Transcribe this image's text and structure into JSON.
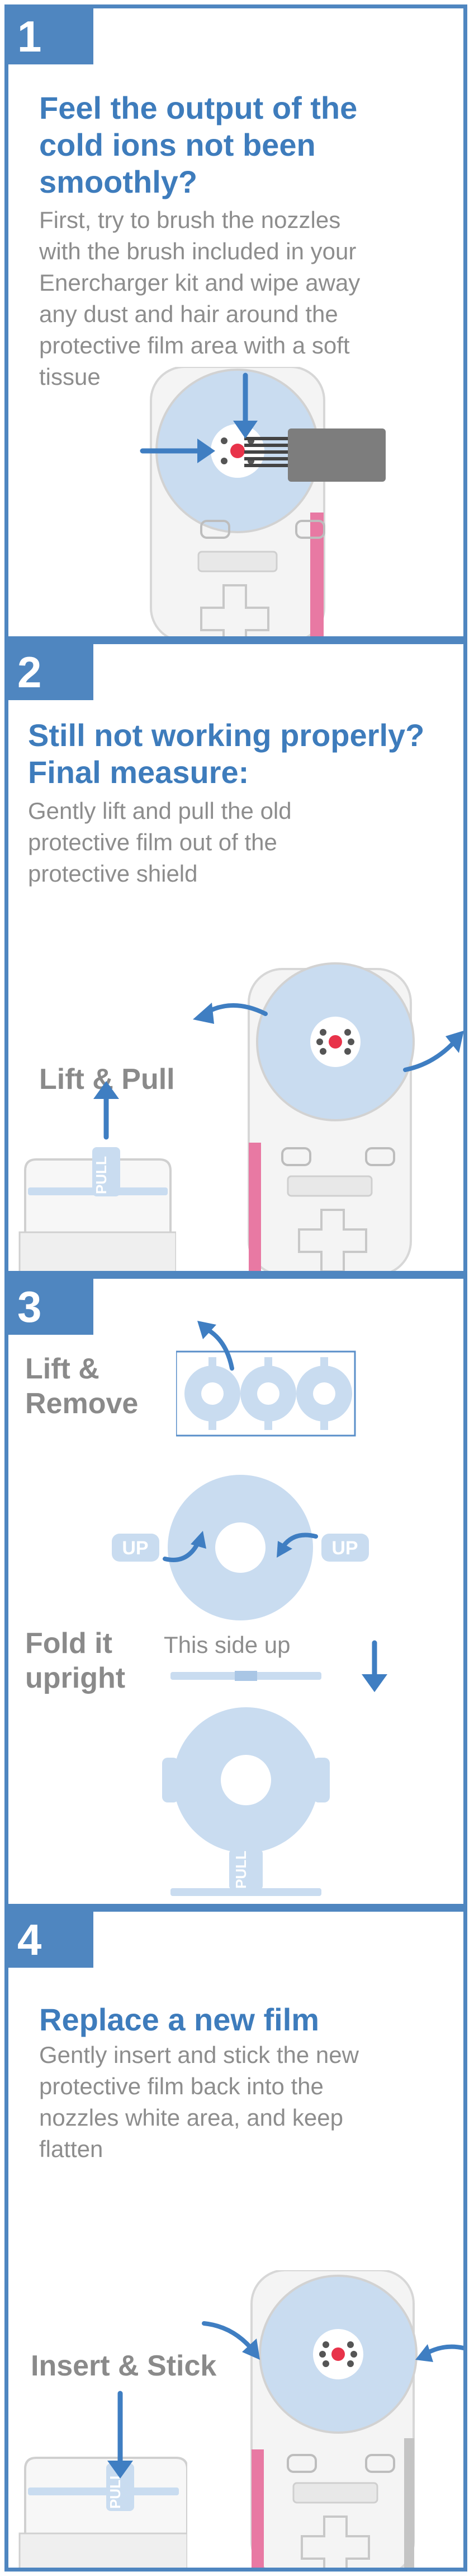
{
  "steps": [
    {
      "number": "1",
      "title_line1": "Feel the output of the",
      "title_line2": "cold ions not been",
      "title_line3": "smoothly?",
      "desc_line1": "First, try to brush the nozzles",
      "desc_line2": "with the brush included in your",
      "desc_line3": "Enercharger kit and wipe away",
      "desc_line4": "any dust and hair around the",
      "desc_line5": "protective film area with a soft",
      "desc_line6": "tissue"
    },
    {
      "number": "2",
      "title_line1": "Still not working properly?",
      "title_line2": "Final measure:",
      "desc_line1": "Gently lift and pull the old",
      "desc_line2": "protective film out of the",
      "desc_line3": "protective shield",
      "label": "Lift & Pull",
      "film_tab": "PULL"
    },
    {
      "number": "3",
      "label1_line1": "Lift &",
      "label1_line2": "Remove",
      "label2_line1": "Fold it",
      "label2_line2": "upright",
      "up_left": "UP",
      "up_right": "UP",
      "side_up": "This side up",
      "film_tab": "PULL"
    },
    {
      "number": "4",
      "title_line1": "Replace a new film",
      "desc_line1": "Gently insert and stick the new",
      "desc_line2": "protective film back into the",
      "desc_line3": "nozzles white area, and keep",
      "desc_line4": "flatten",
      "label": "Insert & Stick",
      "film_tab": "PULL"
    }
  ],
  "colors": {
    "accent": "#4f86c0",
    "title": "#3e7cbc",
    "body_text": "#8d8d8d",
    "film": "#c9dcf0",
    "device": "#f3f3f3",
    "pink": "#e879a3",
    "red_dot": "#e8334a"
  }
}
